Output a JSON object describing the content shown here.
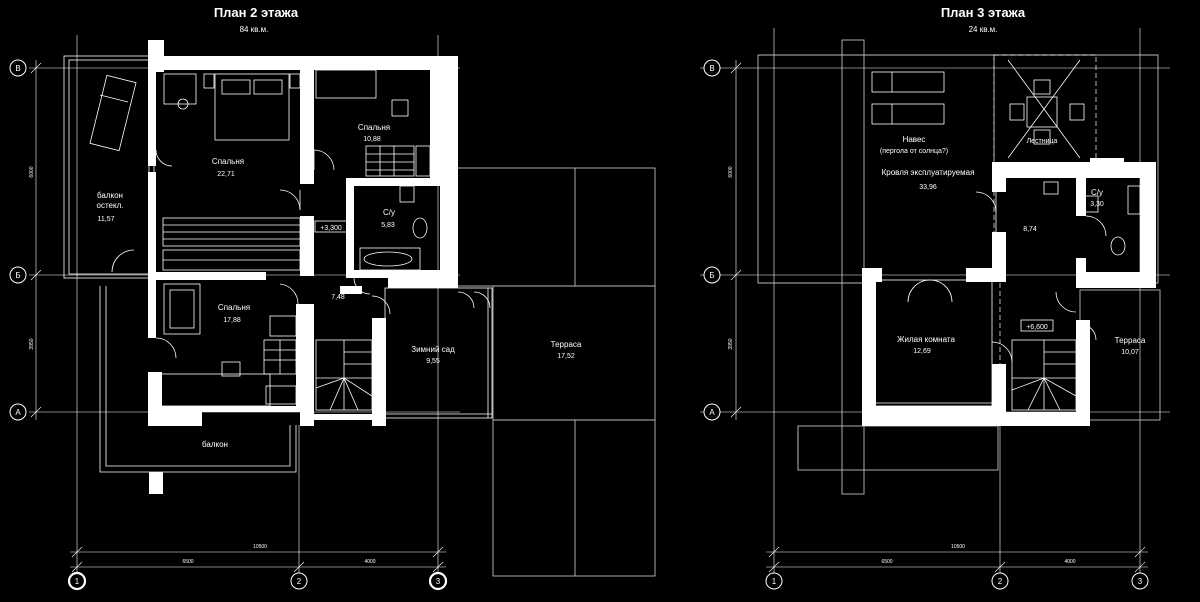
{
  "plan2": {
    "title": "План 2 этажа",
    "subtitle": "84 кв.м.",
    "rooms": {
      "balcony_glazed_1": "балкон",
      "balcony_glazed_2": "остекл.",
      "balcony_glazed_area": "11,57",
      "bedroom_main": "Спальня",
      "bedroom_main_area": "22,71",
      "bedroom_ne": "Спальня",
      "bedroom_ne_area": "10,88",
      "bath": "С/у",
      "bath_area": "5,83",
      "bedroom_s": "Спальня",
      "bedroom_s_area": "17,88",
      "hall_area": "7,48",
      "winter_garden": "Зимний сад",
      "winter_garden_area": "9,55",
      "terrace": "Терраса",
      "terrace_area": "17,52",
      "balcony": "балкон"
    },
    "level_mark": "+3,300",
    "dims": {
      "total": "10500",
      "left": "6500",
      "right": "4000",
      "vert_top": "6000",
      "vert_bottom": "3950"
    },
    "axes": {
      "col1": "1",
      "col2": "2",
      "col3": "3",
      "rowV": "В",
      "rowB": "Б",
      "rowA": "А"
    }
  },
  "plan3": {
    "title": "План 3 этажа",
    "subtitle": "24 кв.м.",
    "rooms": {
      "canopy": "Навес",
      "canopy_note": "(пергола от солнца?)",
      "stairs": "Лестница",
      "roof": "Кровля эксплуатируемая",
      "roof_area": "33,96",
      "hall_area": "8,74",
      "bath": "С/у",
      "bath_area": "3,30",
      "living": "Жилая комната",
      "living_area": "12,69",
      "terrace": "Терраса",
      "terrace_area": "10,07"
    },
    "level_mark": "+6,600",
    "dims": {
      "total": "10500",
      "left": "6500",
      "right": "4000",
      "vert_top": "6000",
      "vert_bottom": "3950"
    },
    "axes": {
      "col1": "1",
      "col2": "2",
      "col3": "3",
      "rowV": "В",
      "rowB": "Б",
      "rowA": "А"
    }
  }
}
